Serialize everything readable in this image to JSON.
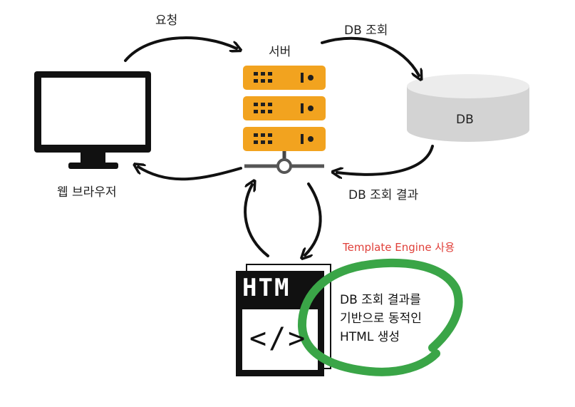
{
  "labels": {
    "request": "요청",
    "server": "서버",
    "db_query": "DB 조회",
    "db": "DB",
    "browser": "웹 브라우저",
    "db_result": "DB 조회 결과",
    "template_engine": "Template Engine 사용",
    "html_badge": "HTM",
    "html_code": "</>"
  },
  "note_lines": [
    "DB 조회 결과를",
    "기반으로 동적인",
    "HTML 생성"
  ],
  "colors": {
    "server": "#f2a31f",
    "server_slot": "#1f1f1f",
    "db_top": "#ececec",
    "db_body": "#d3d3d3",
    "arrow": "#111111",
    "highlight_circle": "#3aa547",
    "template_text": "#e0403a"
  },
  "icons": {
    "browser": "monitor-icon",
    "server": "server-rack-icon",
    "database": "database-cylinder-icon",
    "html_file": "html-file-icon"
  }
}
